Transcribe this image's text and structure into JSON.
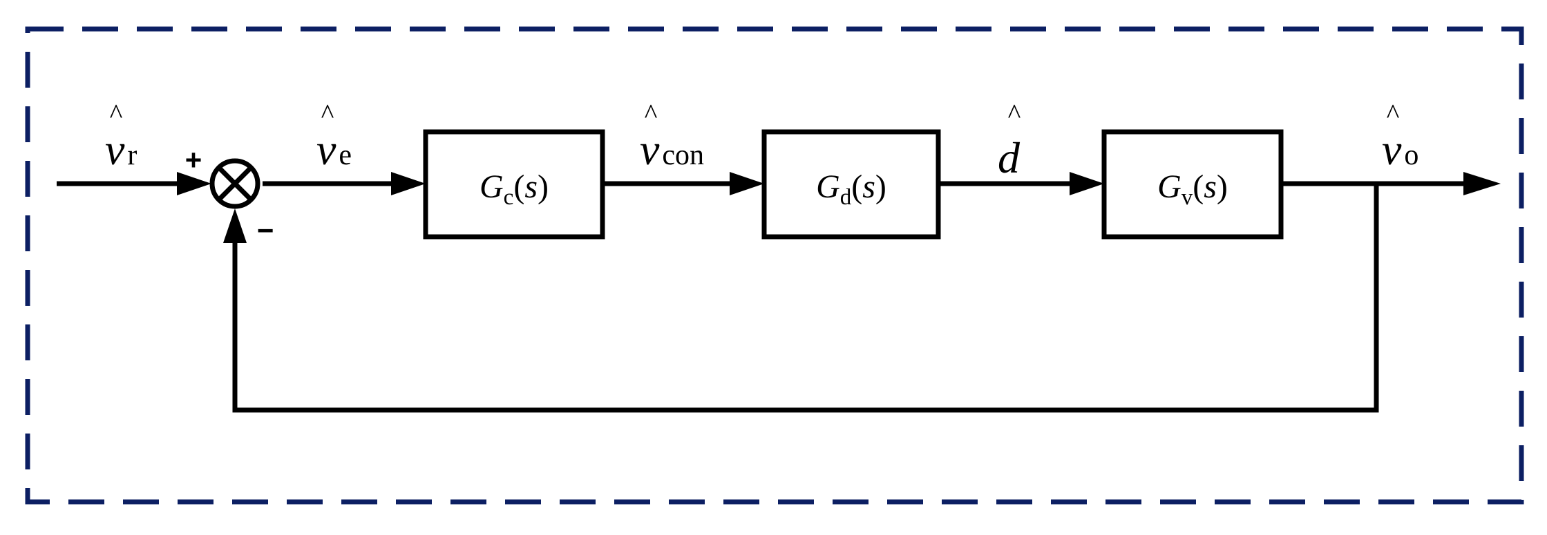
{
  "signals": {
    "input": {
      "symbol": "v",
      "hat": "^",
      "sub": "r"
    },
    "error": {
      "symbol": "v",
      "hat": "^",
      "sub": "e"
    },
    "control": {
      "symbol": "v",
      "hat": "^",
      "sub": "con"
    },
    "duty": {
      "symbol": "d",
      "hat": "^"
    },
    "output": {
      "symbol": "v",
      "hat": "^",
      "sub": "o"
    }
  },
  "summing_junction": {
    "plus": "+",
    "minus": "−"
  },
  "blocks": [
    {
      "symbol": "G",
      "sub": "c",
      "open": "(",
      "arg": "s",
      "close": ")"
    },
    {
      "symbol": "G",
      "sub": "d",
      "open": "(",
      "arg": "s",
      "close": ")"
    },
    {
      "symbol": "G",
      "sub": "v",
      "open": "(",
      "arg": "s",
      "close": ")"
    }
  ],
  "colors": {
    "line": "#000000",
    "frame": "#0c1f63",
    "background": "#ffffff"
  }
}
